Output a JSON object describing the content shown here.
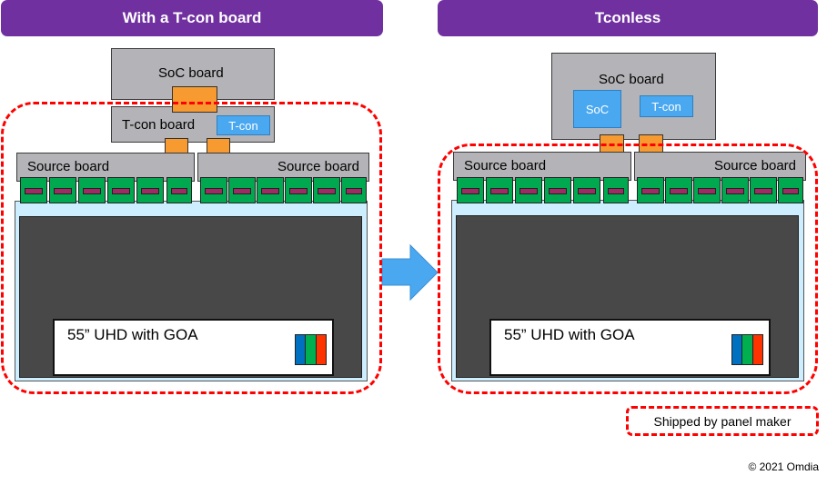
{
  "left": {
    "header": "With a T-con board",
    "soc_board": "SoC board",
    "tcon_board": "T-con board",
    "tcon_chip": "T-con",
    "source_board_left": "Source board",
    "source_board_right": "Source board",
    "panel_label": "55” UHD with GOA"
  },
  "right": {
    "header": "Tconless",
    "soc_board": "SoC board",
    "soc_chip": "SoC",
    "tcon_chip": "T-con",
    "source_board_left": "Source board",
    "source_board_right": "Source board",
    "panel_label": "55” UHD with GOA"
  },
  "arrow_icon": "right-arrow-icon",
  "legend": {
    "shipped_label": "Shipped by panel maker"
  },
  "copyright": "© 2021 Omdia",
  "colors": {
    "header": "#7030a0",
    "board": "#b4b4b8",
    "chip": "#4aa8f0",
    "connector": "#f79a30",
    "driver_ic": "#00a94f",
    "driver_bar": "#9c2c63",
    "panel_frame": "#cdeeff",
    "panel_screen": "#484848",
    "dashed_outline": "#ff0000",
    "rgb": [
      "#0070c0",
      "#00b050",
      "#ff3300"
    ]
  }
}
